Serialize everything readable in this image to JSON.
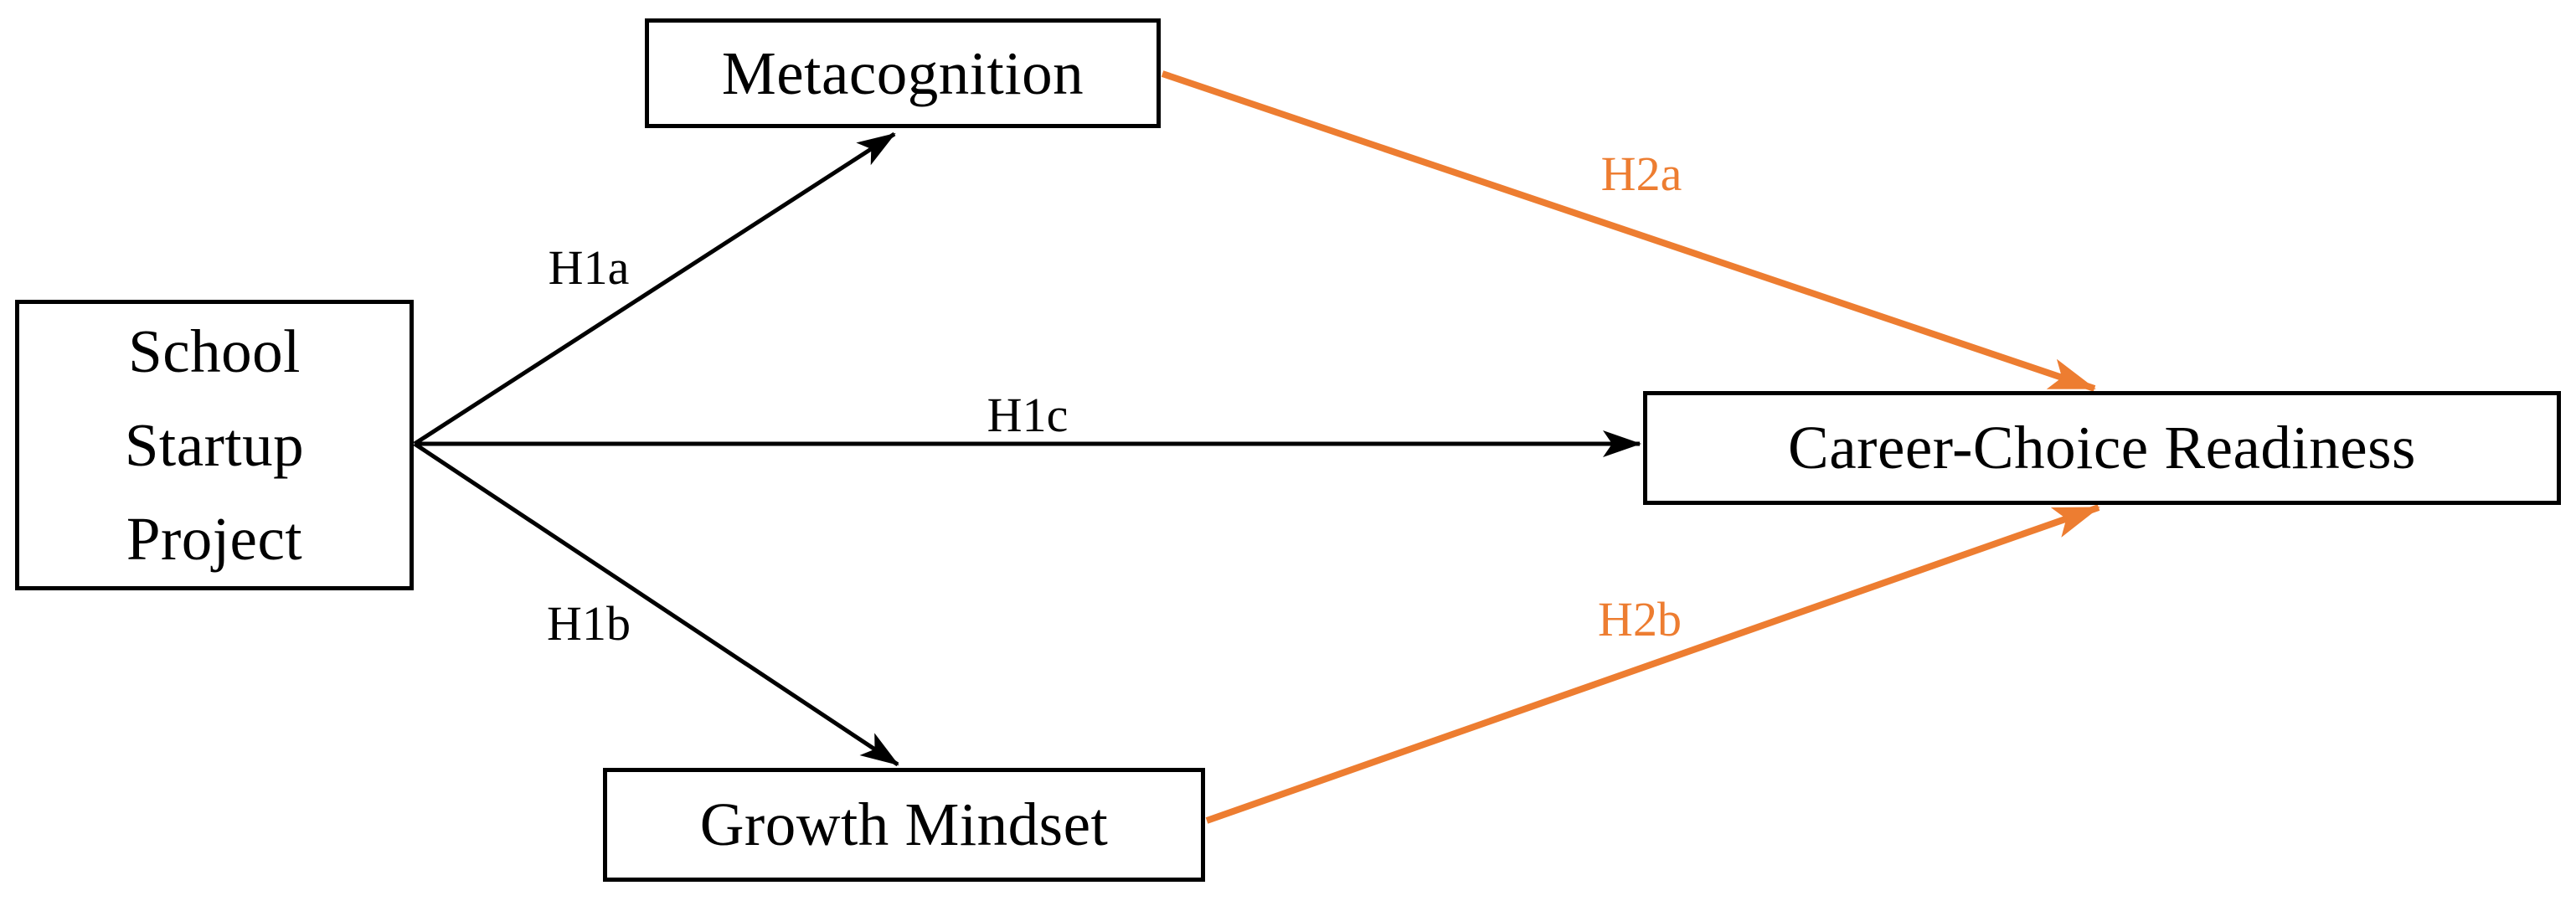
{
  "diagram": {
    "type": "hypothesis-path-model",
    "background": "#FFFFFF",
    "colors": {
      "node_border": "#000000",
      "node_text": "#000000",
      "direct_effect_path": "#000000",
      "mediated_effect_path": "#ED7D31"
    },
    "nodes": {
      "school": {
        "label": "School\nStartup\nProject"
      },
      "metacognition": {
        "label": "Metacognition"
      },
      "growth": {
        "label": "Growth Mindset"
      },
      "career": {
        "label": "Career-Choice Readiness"
      }
    },
    "edges": {
      "h1a": {
        "label": "H1a",
        "from": "School Startup Project",
        "to": "Metacognition",
        "color": "#000000"
      },
      "h1b": {
        "label": "H1b",
        "from": "School Startup Project",
        "to": "Growth Mindset",
        "color": "#000000"
      },
      "h1c": {
        "label": "H1c",
        "from": "School Startup Project",
        "to": "Career-Choice Readiness",
        "color": "#000000"
      },
      "h2a": {
        "label": "H2a",
        "from": "Metacognition",
        "to": "Career-Choice Readiness",
        "color": "#ED7D31"
      },
      "h2b": {
        "label": "H2b",
        "from": "Growth Mindset",
        "to": "Career-Choice Readiness",
        "color": "#ED7D31"
      }
    }
  }
}
